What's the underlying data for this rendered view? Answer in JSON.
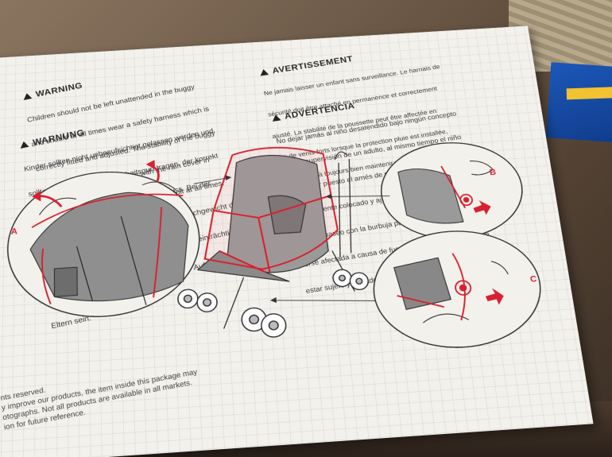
{
  "warning_en": {
    "heading": "WARNING",
    "lines": [
      "Children should not be left unattended in the buggy",
      "and should at all times wear a safety harness which is",
      "correctly fitted and adjusted. The stability of the buggy",
      "can be affected in high winds with the rain cover in",
      "place and should be steadied by an adult at all times."
    ]
  },
  "warning_de": {
    "heading": "WARNUNG",
    "lines": [
      "Kinder sollten nicht unbeaufsichtigt gelassen werden und",
      "sollten jederzeit einen Sicherheitsgurt tragen, der korrekt",
      "angebracht und richtig angepasst sein muss. Bei der",
      "Benutzung des Regenschutzes kann das Gleichgewicht des",
      "Buggys bei hohen Windgeschwindigkeiten beeinträchtigt",
      "werden und sollte deshalb unter ständiger Aufsicht der",
      "Eltern sein."
    ]
  },
  "warning_fr": {
    "heading": "AVERTISSEMENT",
    "lines": [
      "Ne jamais laisser un enfant sans surveillance. Le harnais de",
      "sécurité doit être attaché en permanence et correctement",
      "ajusté. La stabilité de la poussette peut être affectée en",
      "cas de vents forts lorsque la protection pluie est installée,",
      "veillez donc à toujours bien maintenir votre poussette."
    ]
  },
  "warning_es": {
    "heading": "ADVERTENCIA",
    "lines": [
      "No dejar jamás al niño desatendido bajo ningún concepto",
      "y sin la supervisión de un adulto, al mismo tiempo el niño",
      "debe llevar puesto el arnés de seguridad el cual estará",
      "correctamente colocado y ajustado. La estabilidad de las",
      "sillas de paseo con la burbuja para la lluvia colocada puede",
      "verse afectada a causa de fuertes vientos por lo que debe",
      "estar sujeto y vigilado por un adulto en todo momento."
    ]
  },
  "labels": {
    "a": "A",
    "b": "B",
    "c": "C"
  },
  "footer": [
    "nts reserved.",
    "y improve our products, the item inside this package may",
    "otographs. Not all products are available in all markets.",
    "",
    "ion for future reference."
  ],
  "colors": {
    "accent_red": "#d8202e",
    "paper": "#f3f1ec",
    "ink": "#3a3a3a",
    "book_blue": "#1d57b8"
  },
  "icons": {
    "warning": "warning-triangle-icon"
  }
}
